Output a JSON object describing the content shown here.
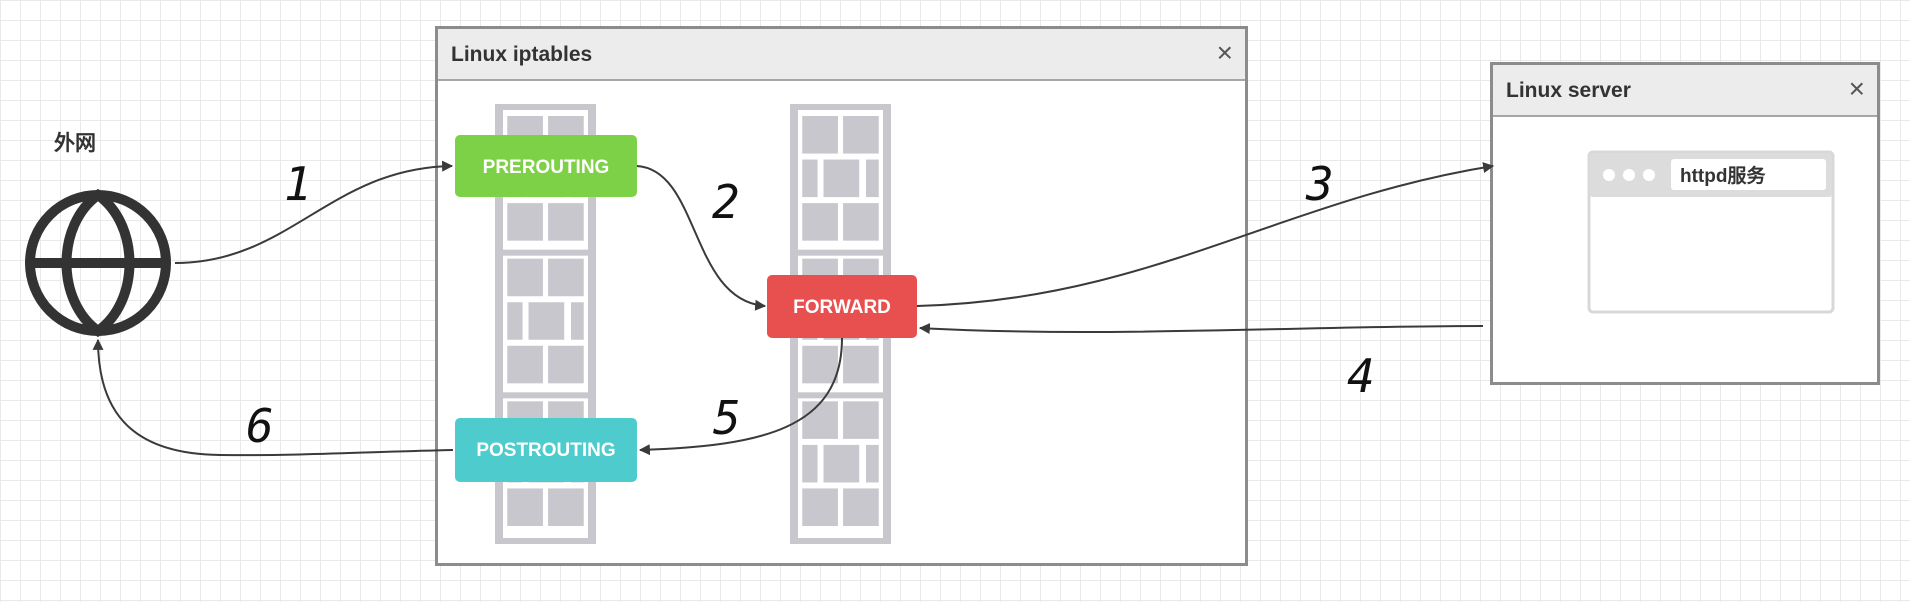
{
  "panels": {
    "iptables": {
      "title": "Linux iptables",
      "close": "×"
    },
    "server": {
      "title": "Linux server",
      "close": "×"
    }
  },
  "external": {
    "label": "外网",
    "icon": "globe-icon"
  },
  "chains": {
    "prerouting": {
      "label": "PREROUTING",
      "color": "#7dd146"
    },
    "forward": {
      "label": "FORWARD",
      "color": "#e8504f"
    },
    "postrouting": {
      "label": "POSTROUTING",
      "color": "#4dcbcd"
    }
  },
  "service": {
    "label": "httpd服务",
    "icon": "browser-window-icon"
  },
  "steps": [
    "1",
    "2",
    "3",
    "4",
    "5",
    "6"
  ],
  "colors": {
    "rack": "#c8c7ce",
    "edge": "#3a3a3a",
    "globe": "#333333"
  }
}
